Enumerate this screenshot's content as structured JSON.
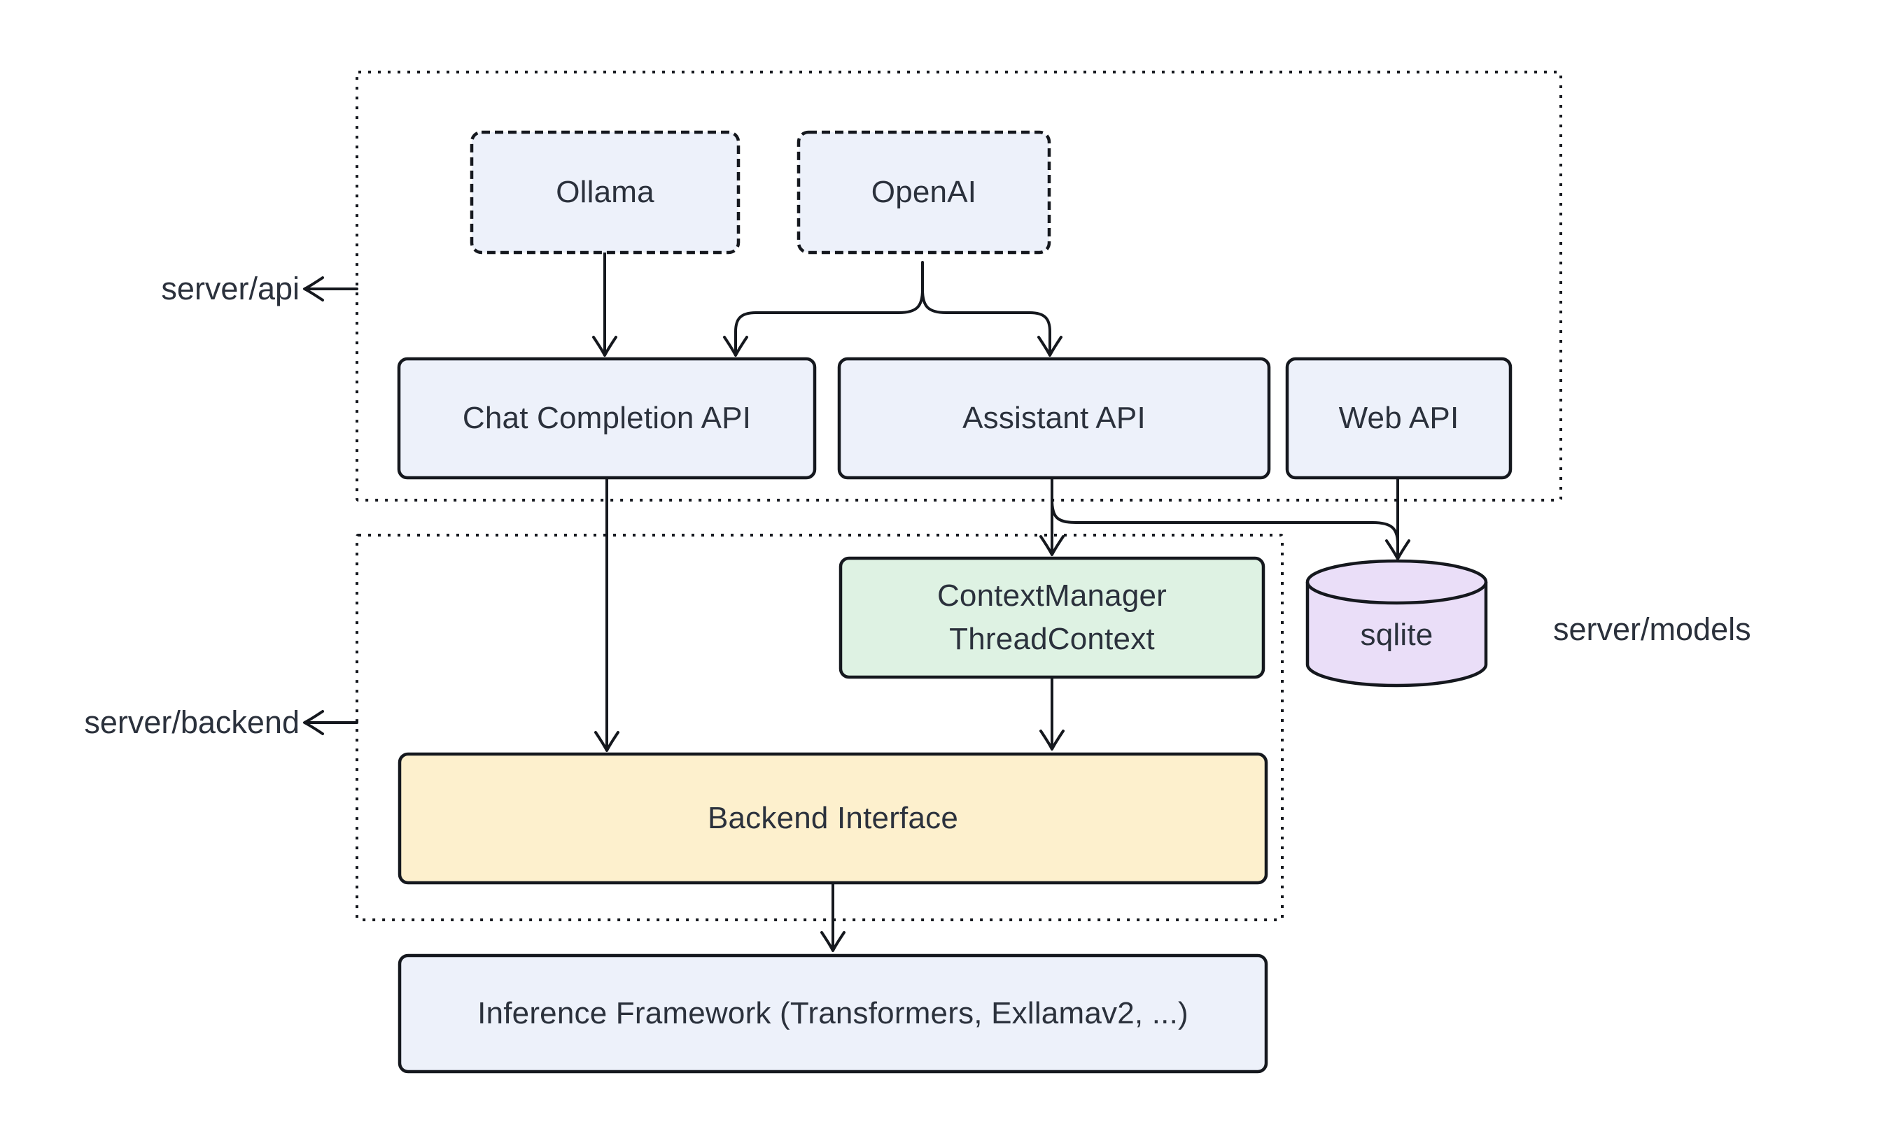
{
  "diagram": {
    "nodes": {
      "ollama": {
        "label": "Ollama"
      },
      "openai": {
        "label": "OpenAI"
      },
      "chat_completion_api": {
        "label": "Chat Completion API"
      },
      "assistant_api": {
        "label": "Assistant API"
      },
      "web_api": {
        "label": "Web API"
      },
      "context_manager": {
        "label_line1": "ContextManager",
        "label_line2": "ThreadContext"
      },
      "sqlite": {
        "label": "sqlite"
      },
      "backend_interface": {
        "label": "Backend Interface"
      },
      "inference_framework": {
        "label": "Inference Framework (Transformers, Exllamav2, ...)"
      }
    },
    "annotations": {
      "server_api": "server/api",
      "server_backend": "server/backend",
      "server_models": "server/models"
    },
    "colors": {
      "node_blue": "#edf1fa",
      "node_green": "#def2e3",
      "node_yellow": "#fdf0cd",
      "node_purple": "#eadef8",
      "stroke": "#15181e",
      "text": "#2b313c",
      "background": "#ffffff"
    }
  }
}
